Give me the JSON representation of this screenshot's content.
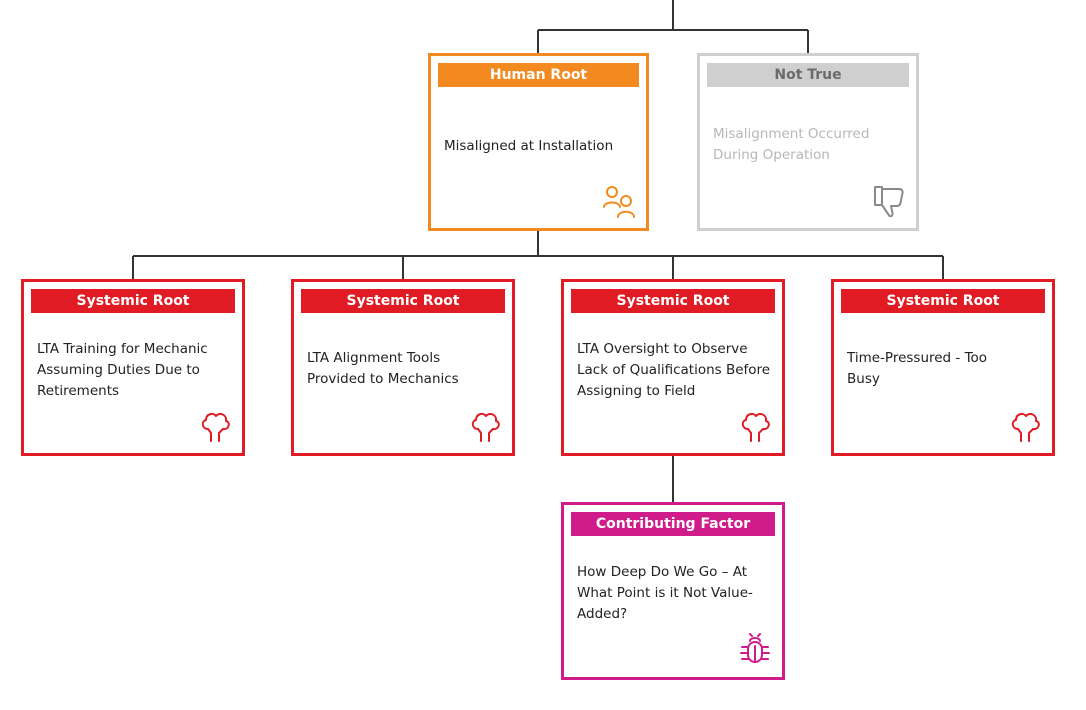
{
  "colors": {
    "human": "#f28a20",
    "not_true": "#cfcfcf",
    "systemic": "#e01b24",
    "contributing": "#d01c8b",
    "connector": "#333333"
  },
  "nodes": {
    "human_root": {
      "type_label": "Human Root",
      "text": "Misaligned at Installation",
      "icon": "people-icon"
    },
    "not_true": {
      "type_label": "Not True",
      "text": "Misalignment Occurred During Operation",
      "icon": "thumbs-down-icon"
    },
    "systemic_1": {
      "type_label": "Systemic Root",
      "text": "LTA Training for Mechanic Assuming Duties Due to Retirements",
      "icon": "tree-icon"
    },
    "systemic_2": {
      "type_label": "Systemic Root",
      "text": "LTA Alignment Tools Provided to Mechanics",
      "icon": "tree-icon"
    },
    "systemic_3": {
      "type_label": "Systemic Root",
      "text": "LTA Oversight to Observe Lack of Qualifications Before Assigning to Field",
      "icon": "tree-icon"
    },
    "systemic_4": {
      "type_label": "Systemic Root",
      "text": "Time-Pressured - Too Busy",
      "icon": "tree-icon"
    },
    "contributing": {
      "type_label": "Contributing Factor",
      "text": "How Deep Do We Go – At What Point is it Not Value-Added?",
      "icon": "bug-icon"
    }
  }
}
